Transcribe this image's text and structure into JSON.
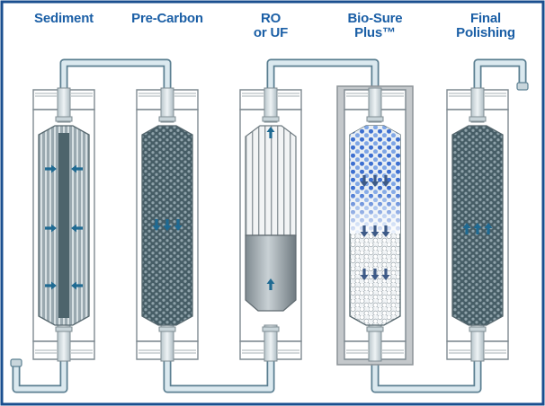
{
  "stages": [
    {
      "id": "sediment",
      "lines": [
        "Sediment"
      ]
    },
    {
      "id": "pre-carbon",
      "lines": [
        "Pre-Carbon"
      ]
    },
    {
      "id": "ro-uf",
      "lines": [
        "RO",
        "or UF"
      ]
    },
    {
      "id": "bio-sure",
      "lines": [
        "Bio-Sure",
        "Plus™"
      ]
    },
    {
      "id": "final-polishing",
      "lines": [
        "Final",
        "Polishing"
      ]
    }
  ],
  "colors": {
    "frame": "#1a4f8f",
    "label": "#1b5fa6",
    "pipe_fill": "#dbe9ef",
    "pipe_stroke": "#5b7f91",
    "housing_outline": "#7f8a91",
    "media_dark": "#4d646c",
    "arrow": "#1f6a92",
    "bio_blue": "#3d6fd0"
  }
}
